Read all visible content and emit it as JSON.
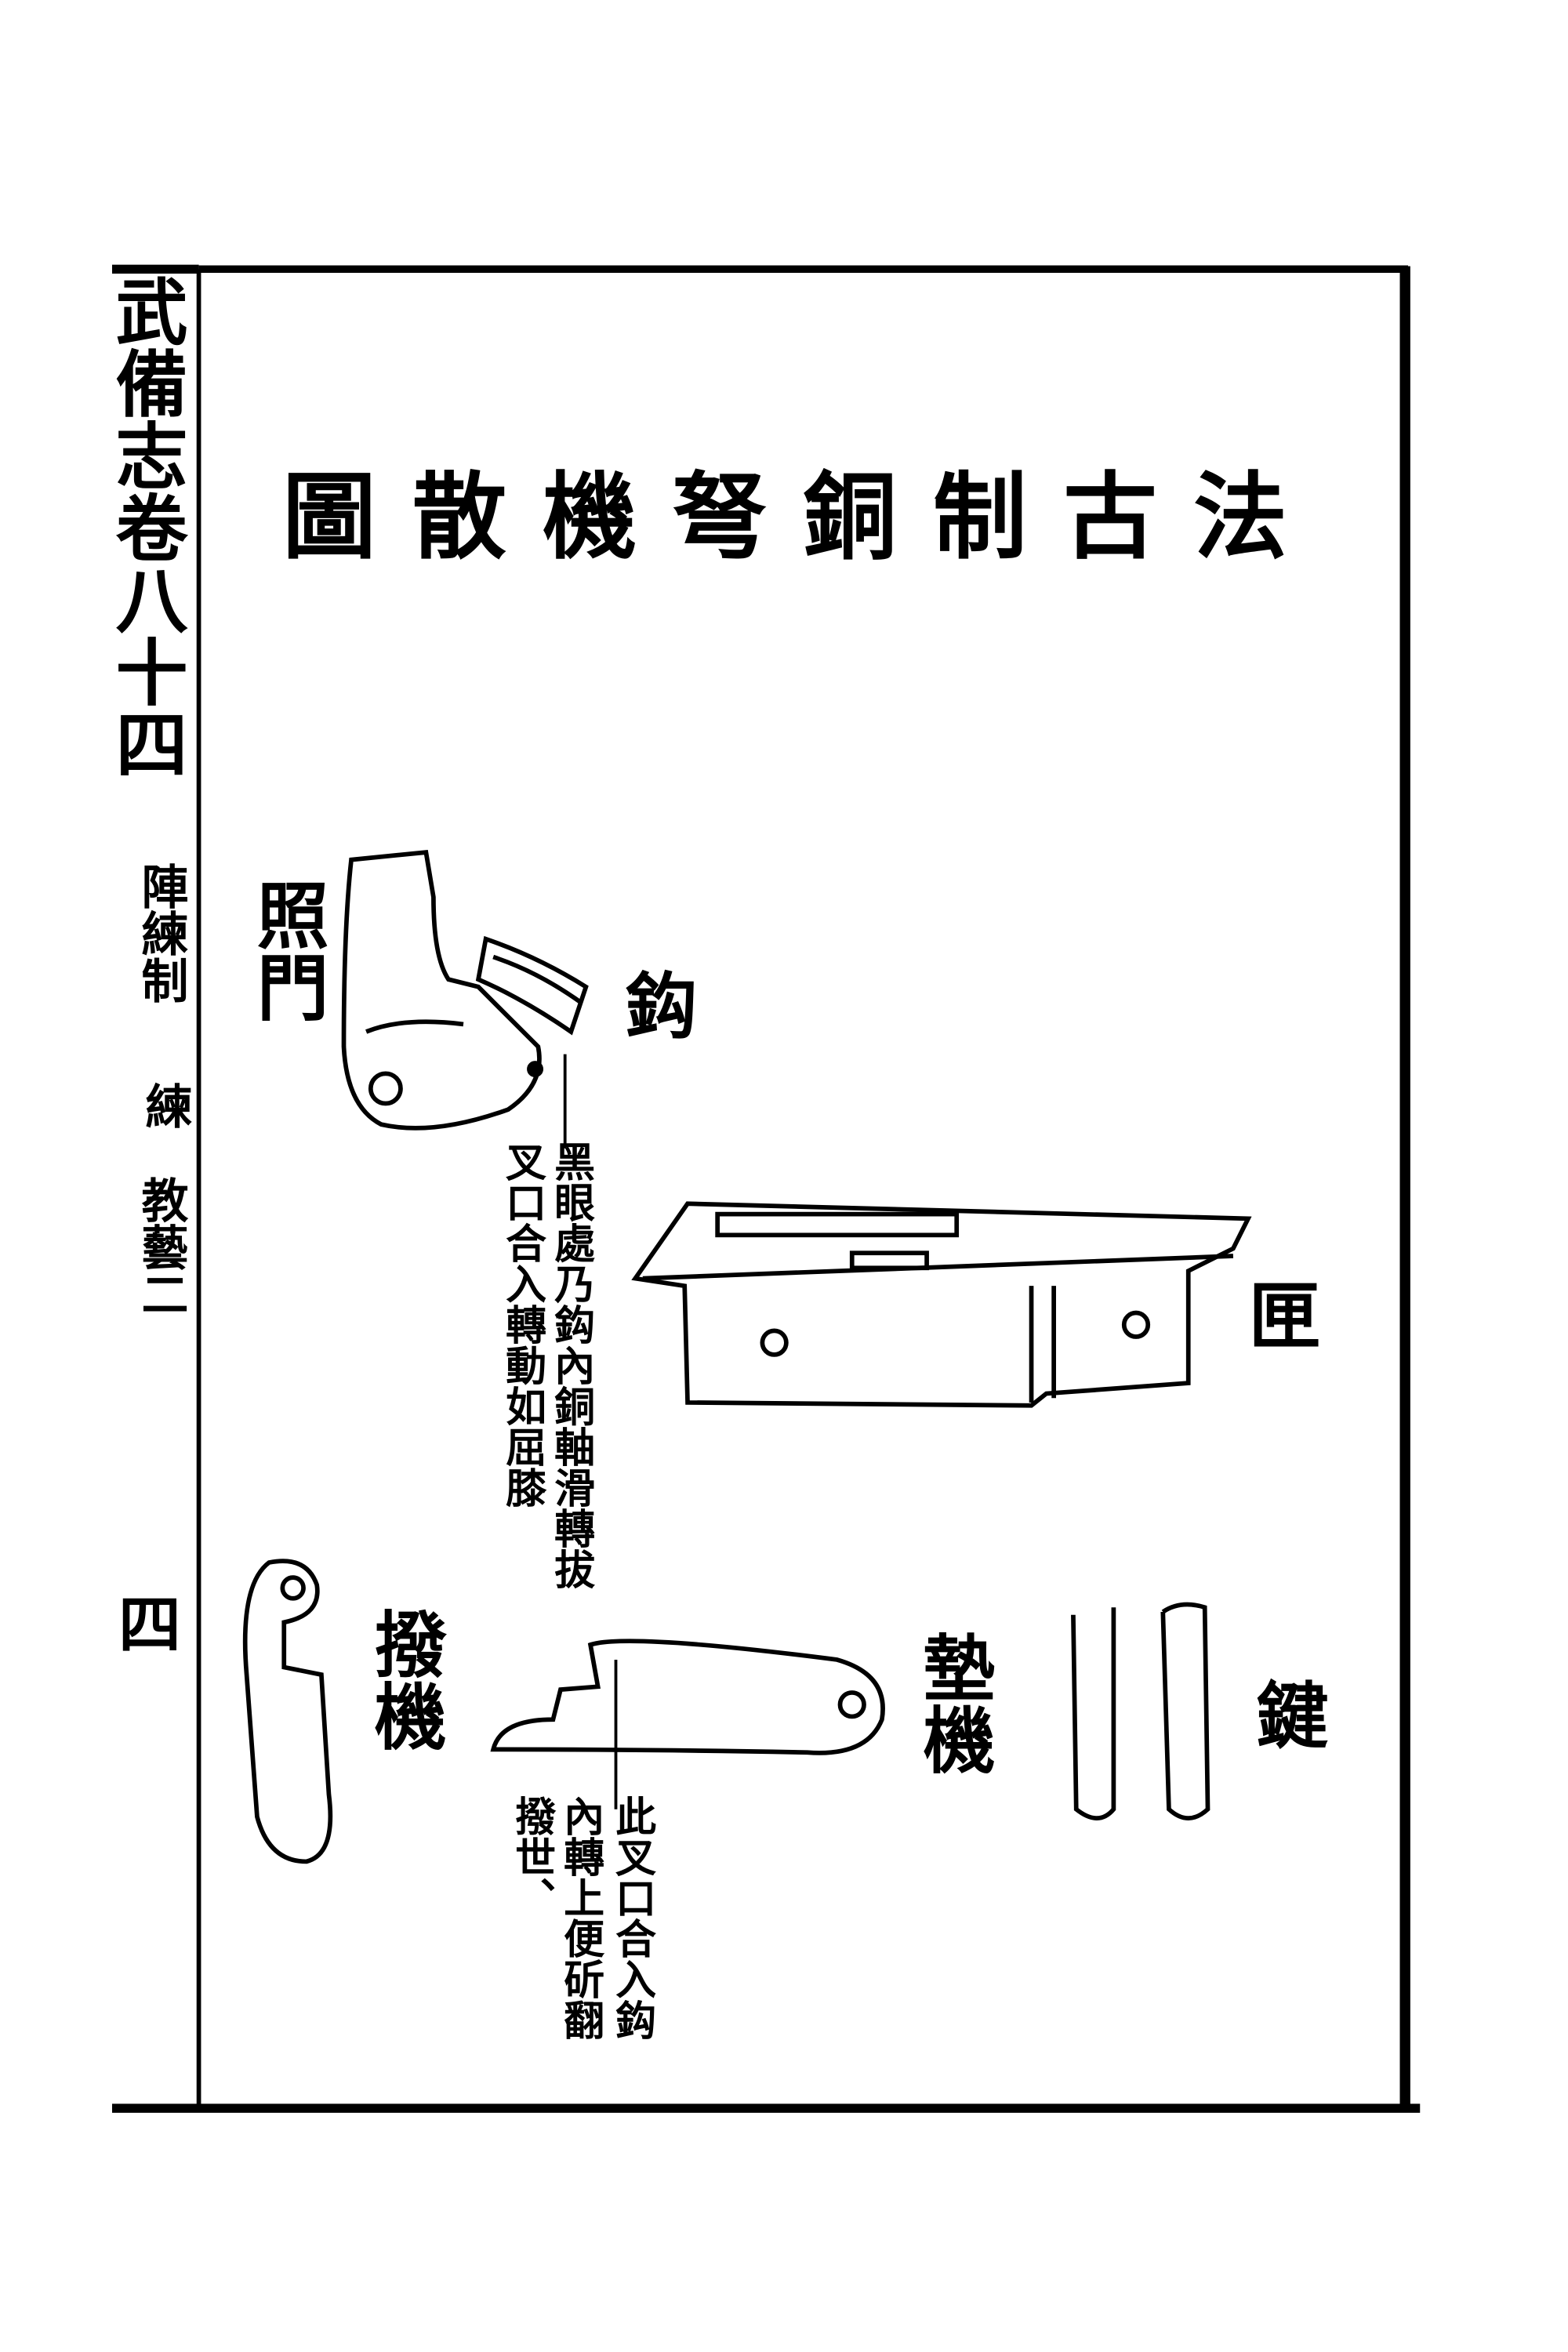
{
  "margin": {
    "book_title": "武備志卷八十四",
    "section": "陣練制",
    "subsection": "練",
    "chapter": "教藝二",
    "page_number": "四"
  },
  "title": {
    "chars_display_order": [
      "圖",
      "散",
      "機",
      "弩",
      "銅",
      "制",
      "古",
      "法"
    ],
    "text": "法古制銅弩機散圖"
  },
  "labels": {
    "zhaomen": "照門",
    "gou": "鈎",
    "xia": "匣",
    "boji": "撥機",
    "dianji": "墊機",
    "jian": "鍵"
  },
  "notes": {
    "gou_note_col1": "黑眼處乃鈎內銅軸滑轉拔",
    "gou_note_col2": "叉口合入轉動如屈膝",
    "boji_note_col1": "此叉口合入鈎",
    "boji_note_col2": "內轉上便斫翻",
    "boji_note_col3": "撥世、"
  }
}
